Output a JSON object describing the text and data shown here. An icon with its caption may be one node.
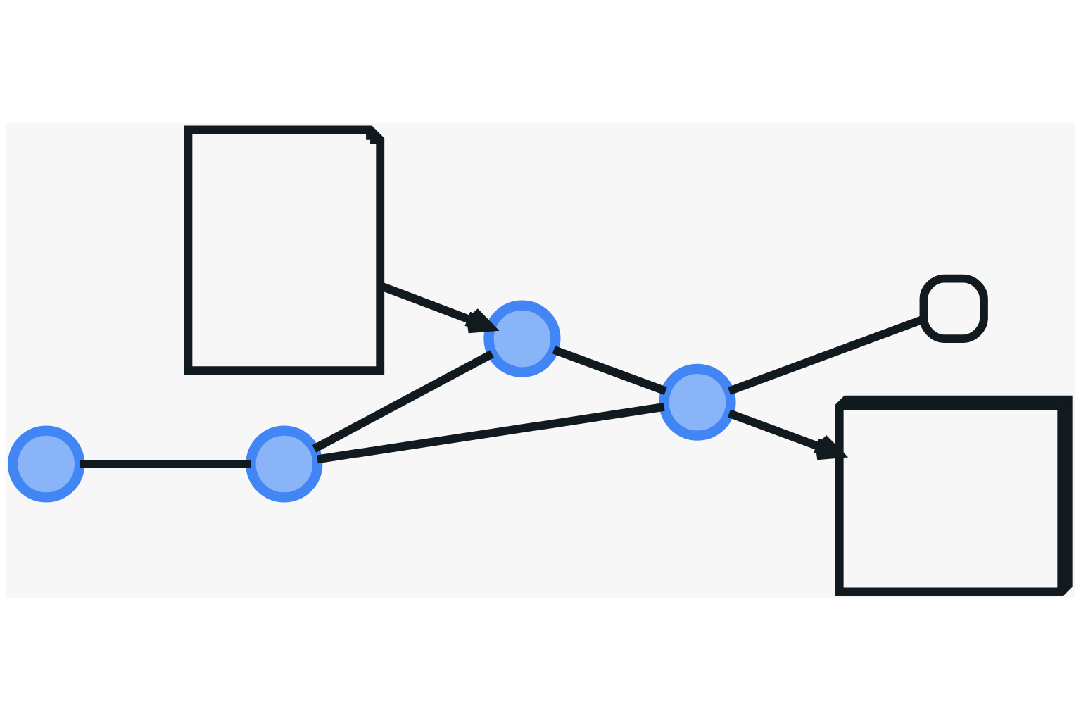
{
  "diagram": {
    "nodes": [
      {
        "text": [],
        "shape": "document"
      },
      {
        "text": [],
        "shape": "circle"
      },
      {
        "text": [],
        "shape": "circle"
      },
      {
        "text": [],
        "shape": "circle"
      },
      {
        "text": [],
        "shape": "circle"
      },
      {
        "text": [],
        "shape": "box"
      },
      {
        "text": [],
        "shape": "server"
      }
    ],
    "edges": [
      {
        "from": 0,
        "to": 3,
        "arrow": "to"
      },
      {
        "from": 1,
        "to": 2,
        "arrow": "none"
      },
      {
        "from": 2,
        "to": 3,
        "arrow": "none"
      },
      {
        "from": 2,
        "to": 4,
        "arrow": "none"
      },
      {
        "from": 3,
        "to": 4,
        "arrow": "none"
      },
      {
        "from": 4,
        "to": 5,
        "arrow": "none"
      },
      {
        "from": 4,
        "to": 6,
        "arrow": "to"
      }
    ]
  }
}
